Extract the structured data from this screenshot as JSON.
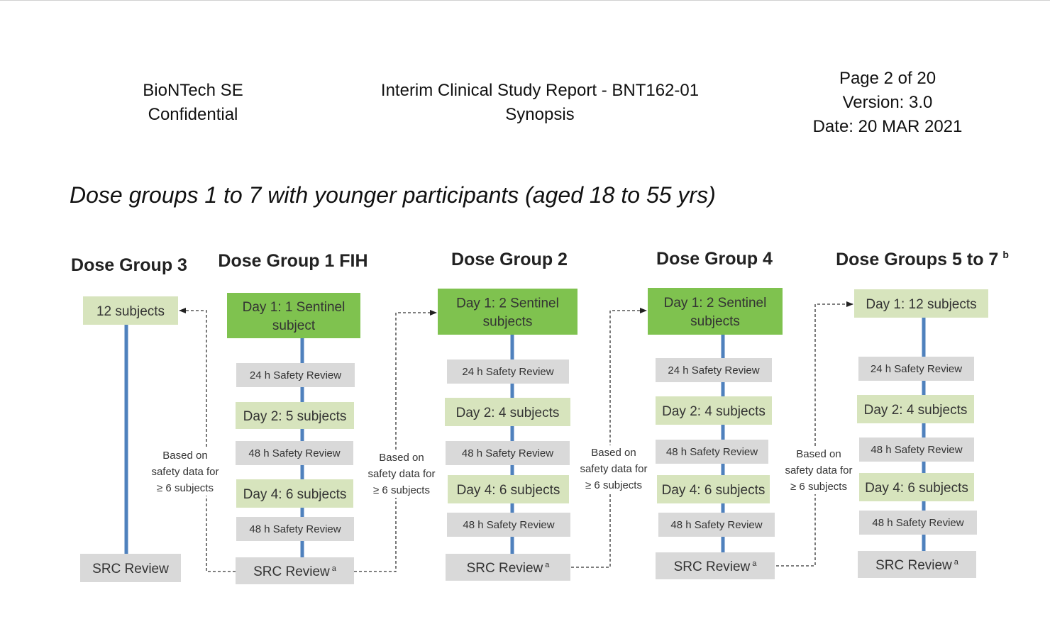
{
  "header": {
    "left": [
      "BioNTech SE",
      "Confidential"
    ],
    "center": [
      "Interim Clinical Study Report - BNT162-01",
      "Synopsis"
    ],
    "right": [
      "Page 2 of 20",
      "Version: 3.0",
      "Date: 20 MAR 2021"
    ]
  },
  "subtitle": "Dose groups 1 to 7 with younger participants (aged 18 to 55 yrs)",
  "groups": [
    {
      "title": "Dose Group 3",
      "boxes": [
        {
          "kind": "green-light",
          "lines": [
            "12 subjects"
          ]
        },
        {
          "kind": "grey",
          "lines": [
            "SRC Review"
          ]
        }
      ]
    },
    {
      "title": "Dose Group 1 FIH",
      "boxes": [
        {
          "kind": "green-dark",
          "lines": [
            "Day 1: 1 Sentinel",
            "subject"
          ]
        },
        {
          "kind": "grey-small",
          "lines": [
            "24 h  Safety  Review"
          ]
        },
        {
          "kind": "green-light",
          "lines": [
            "Day 2: 5 subjects"
          ]
        },
        {
          "kind": "grey-small",
          "lines": [
            "48 h  Safety  Review"
          ]
        },
        {
          "kind": "green-light",
          "lines": [
            "Day 4: 6 subjects"
          ]
        },
        {
          "kind": "grey-small",
          "lines": [
            "48 h  Safety  Review"
          ]
        },
        {
          "kind": "grey",
          "lines": [
            "SRC Review"
          ],
          "sup": "a"
        }
      ]
    },
    {
      "title": "Dose Group 2",
      "boxes": [
        {
          "kind": "green-dark",
          "lines": [
            "Day 1: 2 Sentinel",
            "subjects"
          ]
        },
        {
          "kind": "grey-small",
          "lines": [
            "24 h  Safety  Review"
          ]
        },
        {
          "kind": "green-light",
          "lines": [
            "Day 2: 4 subjects"
          ]
        },
        {
          "kind": "grey-small",
          "lines": [
            "48 h  Safety  Review"
          ]
        },
        {
          "kind": "green-light",
          "lines": [
            "Day 4: 6 subjects"
          ]
        },
        {
          "kind": "grey-small",
          "lines": [
            "48 h  Safety  Review"
          ]
        },
        {
          "kind": "grey",
          "lines": [
            "SRC Review"
          ],
          "sup": "a"
        }
      ]
    },
    {
      "title": "Dose Group 4",
      "boxes": [
        {
          "kind": "green-dark",
          "lines": [
            "Day 1:  2 Sentinel",
            "subjects"
          ]
        },
        {
          "kind": "grey-small",
          "lines": [
            "24 h  Safety  Review"
          ]
        },
        {
          "kind": "green-light",
          "lines": [
            "Day 2: 4 subjects"
          ]
        },
        {
          "kind": "grey-small",
          "lines": [
            "48 h  Safety  Review"
          ]
        },
        {
          "kind": "green-light",
          "lines": [
            "Day 4: 6 subjects"
          ]
        },
        {
          "kind": "grey-small",
          "lines": [
            "48 h  Safety  Review"
          ]
        },
        {
          "kind": "grey",
          "lines": [
            "SRC Review"
          ],
          "sup": "a"
        }
      ]
    },
    {
      "title": "Dose Groups 5 to 7",
      "title_sup": "b",
      "boxes": [
        {
          "kind": "green-light",
          "lines": [
            "Day 1:  12 subjects"
          ]
        },
        {
          "kind": "grey-small",
          "lines": [
            "24 h  Safety  Review"
          ]
        },
        {
          "kind": "green-light",
          "lines": [
            "Day 2: 4 subjects"
          ]
        },
        {
          "kind": "grey-small",
          "lines": [
            "48 h  Safety  Review"
          ]
        },
        {
          "kind": "green-light",
          "lines": [
            "Day 4: 6 subjects"
          ]
        },
        {
          "kind": "grey-small",
          "lines": [
            "48 h  Safety  Review"
          ]
        },
        {
          "kind": "grey",
          "lines": [
            "SRC Review"
          ],
          "sup": "a"
        }
      ]
    }
  ],
  "connector_note": [
    "Based on",
    "safety data for",
    "≥ 6 subjects"
  ],
  "colors": {
    "green_dark": "#7fc24f",
    "green_light": "#d7e4bd",
    "grey": "#d9d9d9",
    "spine": "#4f81bd"
  }
}
